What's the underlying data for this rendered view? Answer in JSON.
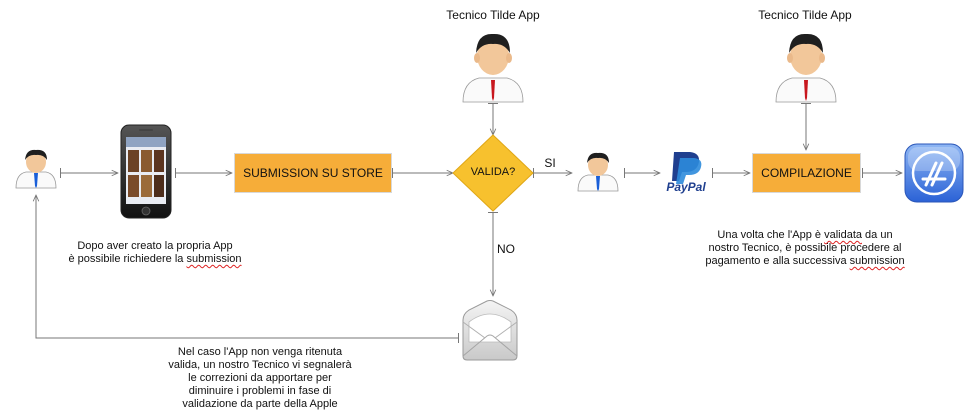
{
  "tecnico_top_1": "Tecnico Tilde App",
  "tecnico_top_2": "Tecnico Tilde App",
  "submission_box": "SUBMISSION SU STORE",
  "valida_decision": "VALIDA?",
  "branch_yes": "SI",
  "branch_no": "NO",
  "compilazione_box": "COMPILAZIONE",
  "paypal_logo_text": "PayPal",
  "note_left": [
    "Dopo aver creato la propria App",
    "è possibile richiedere la ",
    "submission"
  ],
  "note_right": [
    "Una volta che l'App è ",
    "validata",
    " da un",
    "nostro Tecnico, è possibile procedere al",
    "pagamento e alla successiva ",
    "submission"
  ],
  "note_bottom": [
    "Nel caso l'App non venga ritenuta",
    "valida, un nostro Tecnico vi segnalerà",
    "le correzioni da apportare per",
    "diminuire i problemi in fase di",
    "validazione da parte della Apple"
  ],
  "colors": {
    "box_fill": "#f6ad39",
    "diamond_fill": "#f7c12e",
    "connector": "#777777"
  },
  "icons": [
    "person-icon",
    "iphone-icon",
    "technician-icon",
    "paypal-logo",
    "envelope-icon",
    "app-store-icon"
  ]
}
